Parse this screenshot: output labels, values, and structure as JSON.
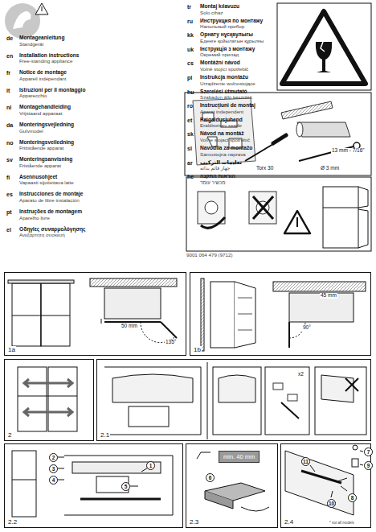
{
  "diagram": {
    "nodes": [
      {
        "text": [
          "1a"
        ]
      },
      {
        "text": [
          "1b"
        ]
      },
      {
        "text": [
          "2"
        ]
      },
      {
        "text": [
          "2.1"
        ]
      },
      {
        "text": [
          "2.2"
        ]
      },
      {
        "text": [
          "2.3"
        ]
      },
      {
        "text": [
          "2.4"
        ]
      },
      {
        "text": [
          "min. 40 mm"
        ],
        "in": 5
      }
    ],
    "labels": [
      "de",
      "Montageanleitung",
      "Standgerät",
      "en",
      "Installation instructions",
      "Free-standing appliance",
      "fr",
      "Notice de montage",
      "Appareil indépendant",
      "it",
      "Istruzioni per il montaggio",
      "Apparecchio",
      "nl",
      "Montagehandleiding",
      "Vrijstaand apparaat",
      "da",
      "Monteringsvejledning",
      "Gulvmodel",
      "no",
      "Monteringsveiledning",
      "Frittstående apparat",
      "sv",
      "Monteringsanvisning",
      "Fristående apparat",
      "fi",
      "Asennusohjeet",
      "Vapaasti sijoitettava laite",
      "es",
      "Instrucciones de montaje",
      "Aparato de libre instalación",
      "pt",
      "Instruções de montagem",
      "Aparelho livre",
      "el",
      "Οδηγίες συναρμολόγησης",
      "Ανεξάρτητη συσκευή",
      "tr",
      "Montaj kılavuzu",
      "Solo cihaz",
      "ru",
      "Инструкция по монтажу",
      "Напольный прибор",
      "kk",
      "Орнату нұсқаулығы",
      "Еденге қойылатын құрылғы",
      "uk",
      "Інструкція з монтажу",
      "Окремий прилад",
      "cs",
      "Montážní návod",
      "Volně stojící spotřebič",
      "pl",
      "Instrukcja montażu",
      "Urządzenie wolnostojące",
      "hu",
      "Szerelési útmutató",
      "Szabadon álló készülék",
      "ro",
      "Instrucţiuni de montaj",
      "Aparat independent",
      "et",
      "Paigaldusjuhend",
      "Eraldiseisev seade",
      "sk",
      "Návod na montáž",
      "Voľne stojaci spotrebič",
      "sl",
      "Navodila za montažo",
      "Samostojna naprava",
      "ar",
      "تعليمات التركيب",
      "جهاز قائم بذاته",
      "he",
      "הוראות התקנה",
      "מכשיר עומד",
      "9001 064 479 (9712)",
      "13 mm - 7/16\"",
      "Torx 30",
      "Ø 3 mm",
      "50 mm",
      "135°",
      "45 mm",
      "90°",
      "x2",
      "1",
      "2",
      "3",
      "4",
      "5",
      "6",
      "7",
      "8",
      "9",
      "10",
      "11",
      "* not all models"
    ]
  }
}
